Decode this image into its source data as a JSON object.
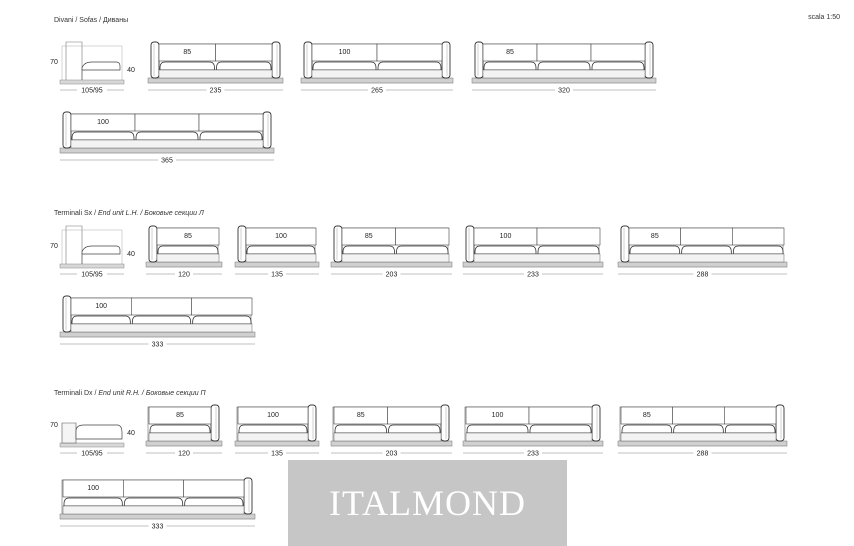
{
  "scale": "scala 1:50",
  "sections": [
    {
      "id": "sofas",
      "title": "Divani / Sofas / Диваны",
      "title_it": "",
      "side": {
        "height": "70",
        "seat": "40",
        "depth": "105/95"
      },
      "rows": [
        [
          {
            "width": "235",
            "cushion": "85",
            "seats": 2
          },
          {
            "width": "265",
            "cushion": "100",
            "seats": 2
          },
          {
            "width": "320",
            "cushion": "85",
            "seats": 3
          }
        ],
        [
          {
            "width": "365",
            "cushion": "100",
            "seats": 3
          }
        ]
      ]
    },
    {
      "id": "terminal-sx",
      "title": "Terminali Sx /",
      "title_it": "End unit L.H. / Боковые секции Л",
      "side": {
        "height": "70",
        "seat": "40",
        "depth": "105/95"
      },
      "rows": [
        [
          {
            "width": "120",
            "cushion": "85",
            "seats": 1
          },
          {
            "width": "135",
            "cushion": "100",
            "seats": 1
          },
          {
            "width": "203",
            "cushion": "85",
            "seats": 2
          },
          {
            "width": "233",
            "cushion": "100",
            "seats": 2
          },
          {
            "width": "288",
            "cushion": "85",
            "seats": 3
          }
        ],
        [
          {
            "width": "333",
            "cushion": "100",
            "seats": 3
          }
        ]
      ]
    },
    {
      "id": "terminal-dx",
      "title": "Terminali Dx /",
      "title_it": "End unit R.H. / Боковые секции П",
      "side": {
        "height": "70",
        "seat": "40",
        "depth": "105/95"
      },
      "rows": [
        [
          {
            "width": "120",
            "cushion": "85",
            "seats": 1
          },
          {
            "width": "135",
            "cushion": "100",
            "seats": 1
          },
          {
            "width": "203",
            "cushion": "85",
            "seats": 2
          },
          {
            "width": "233",
            "cushion": "100",
            "seats": 2
          },
          {
            "width": "288",
            "cushion": "85",
            "seats": 3
          }
        ],
        [
          {
            "width": "333",
            "cushion": "100",
            "seats": 3
          }
        ]
      ]
    }
  ],
  "watermark": "ITALMOND"
}
